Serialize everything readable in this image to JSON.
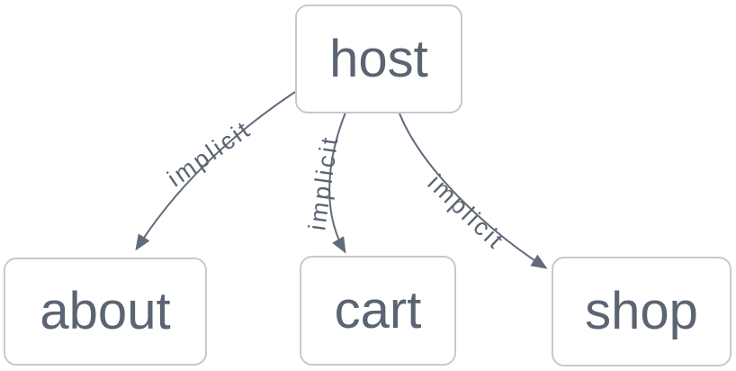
{
  "diagram": {
    "type": "dependency-graph",
    "nodes": [
      {
        "id": "host",
        "label": "host"
      },
      {
        "id": "about",
        "label": "about"
      },
      {
        "id": "cart",
        "label": "cart"
      },
      {
        "id": "shop",
        "label": "shop"
      }
    ],
    "edges": [
      {
        "from": "host",
        "to": "about",
        "label": "implicit"
      },
      {
        "from": "host",
        "to": "cart",
        "label": "implicit"
      },
      {
        "from": "host",
        "to": "shop",
        "label": "implicit"
      }
    ],
    "colors": {
      "background": "#ffffff",
      "node_fill": "#ffffff",
      "node_border": "#c7c9cc",
      "node_text": "#5b6472",
      "edge": "#606b7a",
      "edge_label": "#5b6472"
    }
  }
}
